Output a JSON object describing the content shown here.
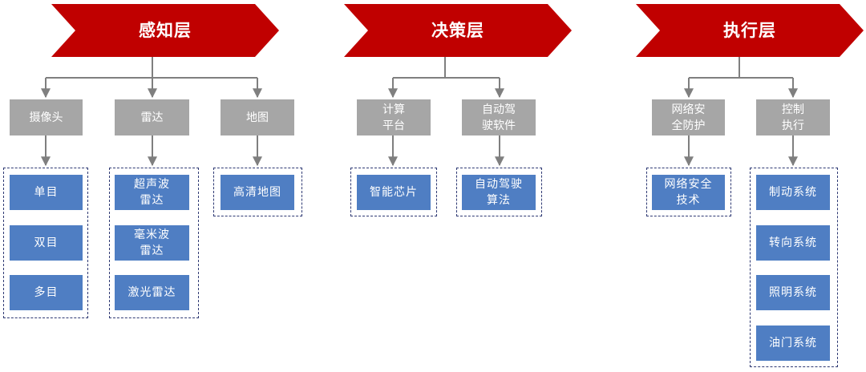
{
  "colors": {
    "banner": "#c00000",
    "category_box": "#a6a6a6",
    "item_box": "#4f7ec3",
    "connector": "#7f7f7f",
    "group_border": "#2f3a74"
  },
  "layers": [
    {
      "title": "感知层",
      "categories": [
        {
          "label": "摄像头",
          "items": [
            "单目",
            "双目",
            "多目"
          ]
        },
        {
          "label": "雷达",
          "items": [
            "超声波\n雷达",
            "毫米波\n雷达",
            "激光雷达"
          ]
        },
        {
          "label": "地图",
          "items": [
            "高清地图"
          ]
        }
      ]
    },
    {
      "title": "决策层",
      "categories": [
        {
          "label": "计算\n平台",
          "items": [
            "智能芯片"
          ]
        },
        {
          "label": "自动驾\n驶软件",
          "items": [
            "自动驾驶\n算法"
          ]
        }
      ]
    },
    {
      "title": "执行层",
      "categories": [
        {
          "label": "网络安\n全防护",
          "items": [
            "网络安全\n技术"
          ]
        },
        {
          "label": "控制\n执行",
          "items": [
            "制动系统",
            "转向系统",
            "照明系统",
            "油门系统"
          ]
        }
      ]
    }
  ]
}
